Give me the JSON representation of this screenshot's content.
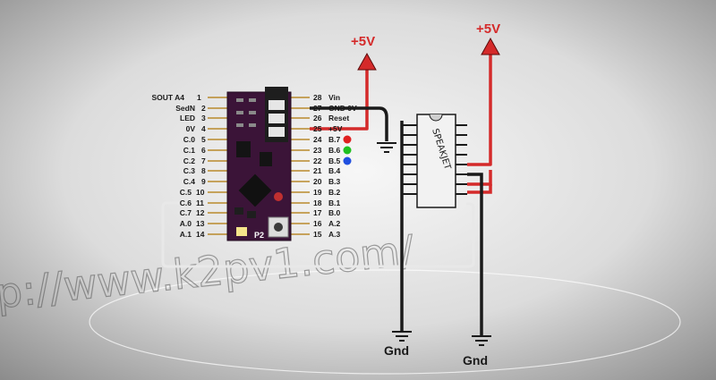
{
  "watermark": "p://www.k2pv1.com/",
  "left_pins": [
    {
      "name": "SOUT A4",
      "num": "1"
    },
    {
      "name": "SedN",
      "num": "2"
    },
    {
      "name": "LED",
      "num": "3"
    },
    {
      "name": "0V",
      "num": "4"
    },
    {
      "name": "C.0",
      "num": "5"
    },
    {
      "name": "C.1",
      "num": "6"
    },
    {
      "name": "C.2",
      "num": "7"
    },
    {
      "name": "C.3",
      "num": "8"
    },
    {
      "name": "C.4",
      "num": "9"
    },
    {
      "name": "C.5",
      "num": "10"
    },
    {
      "name": "C.6",
      "num": "11"
    },
    {
      "name": "C.7",
      "num": "12"
    },
    {
      "name": "A.0",
      "num": "13"
    },
    {
      "name": "A.1",
      "num": "14"
    }
  ],
  "right_pins": [
    {
      "num": "28",
      "name": "Vin"
    },
    {
      "num": "27",
      "name": "GND 0V"
    },
    {
      "num": "26",
      "name": "Reset"
    },
    {
      "num": "25",
      "name": "+5V"
    },
    {
      "num": "24",
      "name": "B.7"
    },
    {
      "num": "23",
      "name": "B.6"
    },
    {
      "num": "22",
      "name": "B.5"
    },
    {
      "num": "21",
      "name": "B.4"
    },
    {
      "num": "20",
      "name": "B.3"
    },
    {
      "num": "19",
      "name": "B.2"
    },
    {
      "num": "18",
      "name": "B.1"
    },
    {
      "num": "17",
      "name": "B.0"
    },
    {
      "num": "16",
      "name": "A.2"
    },
    {
      "name": "A.3",
      "num": "15"
    }
  ],
  "rails": {
    "vcc_left": "+5V",
    "vcc_right": "+5V"
  },
  "grounds": {
    "left": "Gnd",
    "right": "Gnd"
  },
  "chip_label": "SPEAKJET",
  "board_label": "P2",
  "colors": {
    "board": "#3b1438",
    "power_wire": "#d42a2a",
    "ground_wire": "#1a1a1a",
    "signal_wire": "#e8e8e8",
    "led_red": "#e02020",
    "led_green": "#20c020",
    "led_blue": "#2050e0",
    "chip_body": "#f2f2f2"
  }
}
